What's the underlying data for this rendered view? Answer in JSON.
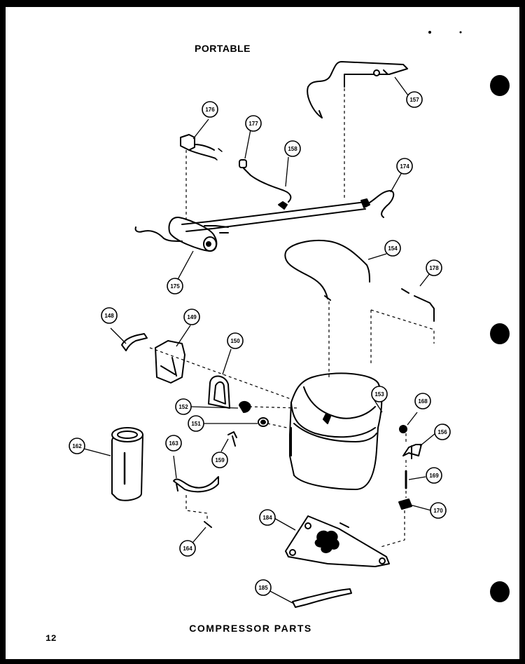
{
  "page": {
    "title": "PORTABLE",
    "caption": "COMPRESSOR PARTS",
    "page_number": "12"
  },
  "parts": [
    {
      "id": "p157",
      "number": "157"
    },
    {
      "id": "p176",
      "number": "176"
    },
    {
      "id": "p177",
      "number": "177"
    },
    {
      "id": "p158",
      "number": "158"
    },
    {
      "id": "p174",
      "number": "174"
    },
    {
      "id": "p154",
      "number": "154"
    },
    {
      "id": "p175",
      "number": "175"
    },
    {
      "id": "p178",
      "number": "178"
    },
    {
      "id": "p148",
      "number": "148"
    },
    {
      "id": "p149",
      "number": "149"
    },
    {
      "id": "p150",
      "number": "150"
    },
    {
      "id": "p153",
      "number": "153"
    },
    {
      "id": "p152",
      "number": "152"
    },
    {
      "id": "p151",
      "number": "151"
    },
    {
      "id": "p168",
      "number": "168"
    },
    {
      "id": "p156",
      "number": "156"
    },
    {
      "id": "p162",
      "number": "162"
    },
    {
      "id": "p163",
      "number": "163"
    },
    {
      "id": "p159",
      "number": "159"
    },
    {
      "id": "p169",
      "number": "169"
    },
    {
      "id": "p170",
      "number": "170"
    },
    {
      "id": "p184",
      "number": "184"
    },
    {
      "id": "p164",
      "number": "164"
    },
    {
      "id": "p185",
      "number": "185"
    }
  ]
}
